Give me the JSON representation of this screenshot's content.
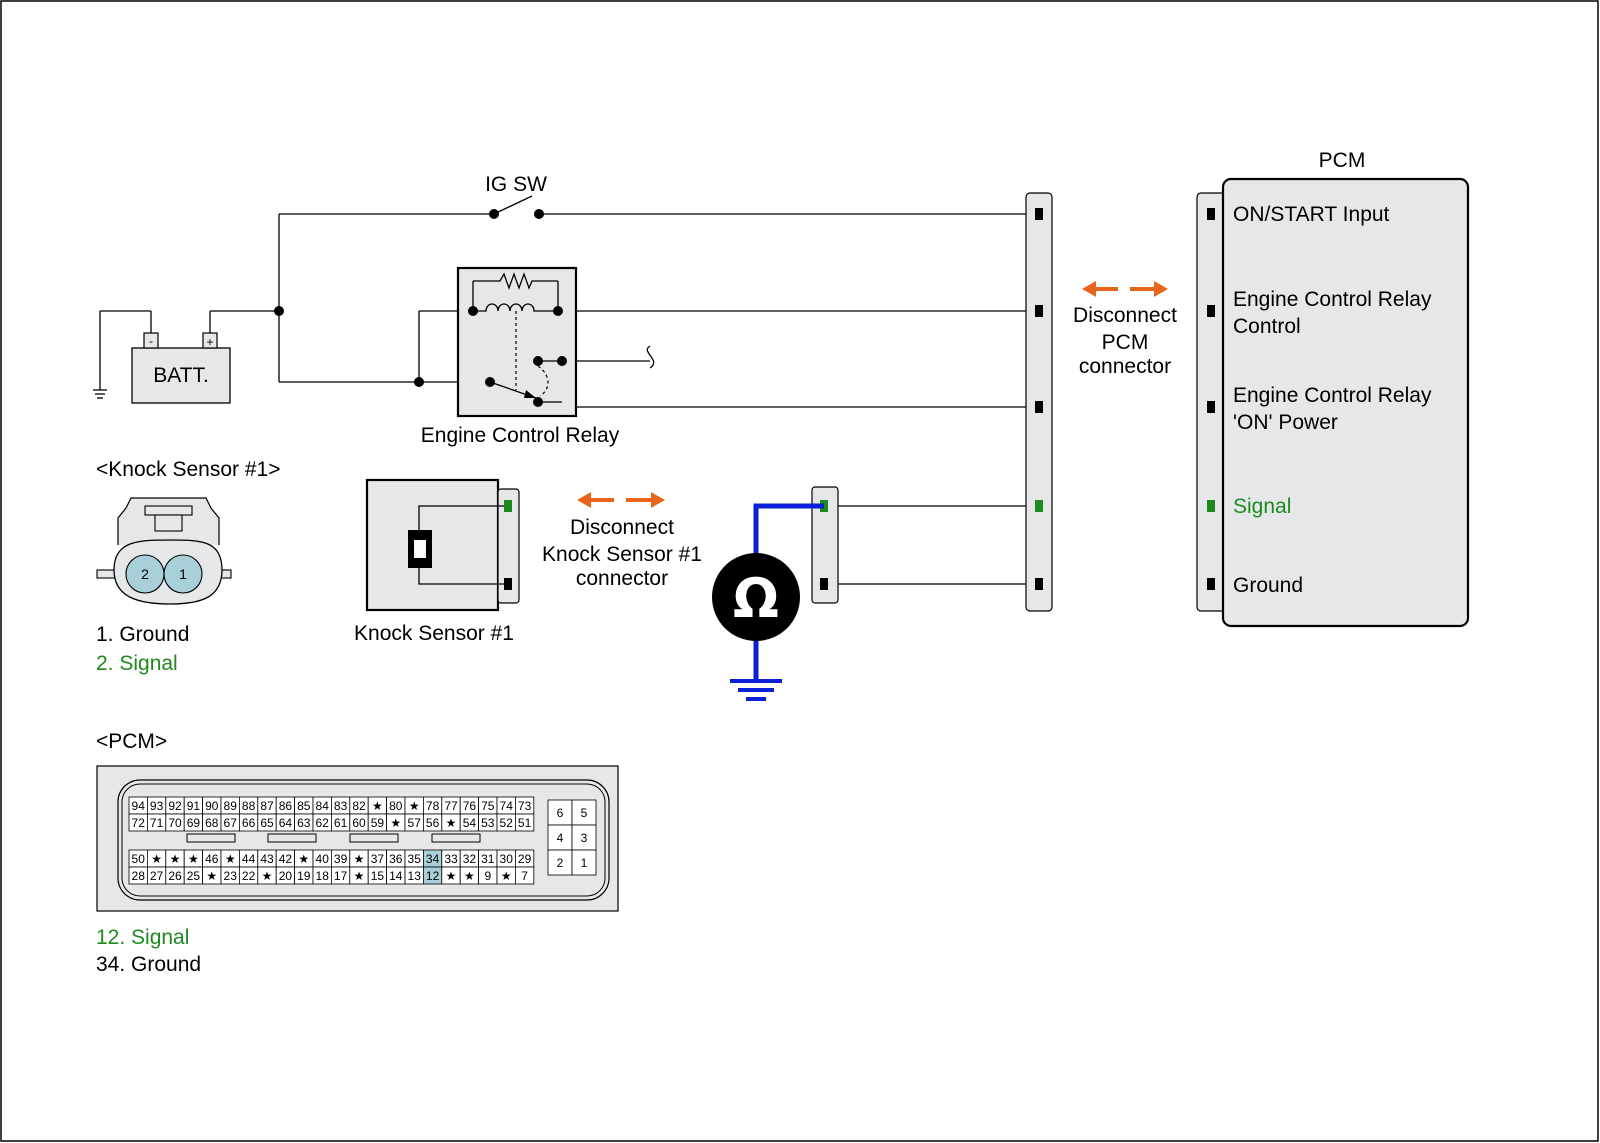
{
  "labels": {
    "ig_sw": "IG SW",
    "batt": "BATT.",
    "batt_minus": "-",
    "batt_plus": "+",
    "relay": "Engine Control Relay",
    "pcm_title": "PCM",
    "pcm_pins": {
      "on_start": "ON/START Input",
      "relay_ctrl_1": "Engine Control Relay",
      "relay_ctrl_2": "Control",
      "relay_on_1": "Engine Control Relay",
      "relay_on_2": "'ON' Power",
      "signal": "Signal",
      "ground": "Ground"
    },
    "disconnect_pcm": [
      "Disconnect",
      "PCM",
      "connector"
    ],
    "disconnect_ks": [
      "Disconnect",
      "Knock Sensor #1",
      "connector"
    ],
    "ks_name": "Knock Sensor #1",
    "ks_header": "<Knock Sensor #1>",
    "ks_legend_1": "1. Ground",
    "ks_legend_2": "2. Signal",
    "ks_pin_2": "2",
    "ks_pin_1": "1",
    "pcm_header": "<PCM>",
    "pcm_legend_12": "12. Signal",
    "pcm_legend_34": "34. Ground",
    "ohm": "Ω"
  },
  "pcm_connector": {
    "row1": [
      "94",
      "93",
      "92",
      "91",
      "90",
      "89",
      "88",
      "87",
      "86",
      "85",
      "84",
      "83",
      "82",
      "★",
      "80",
      "★",
      "78",
      "77",
      "76",
      "75",
      "74",
      "73"
    ],
    "row2": [
      "72",
      "71",
      "70",
      "69",
      "68",
      "67",
      "66",
      "65",
      "64",
      "63",
      "62",
      "61",
      "60",
      "59",
      "★",
      "57",
      "56",
      "★",
      "54",
      "53",
      "52",
      "51"
    ],
    "row3": [
      "50",
      "★",
      "★",
      "★",
      "46",
      "★",
      "44",
      "43",
      "42",
      "★",
      "40",
      "39",
      "★",
      "37",
      "36",
      "35",
      "34",
      "33",
      "32",
      "31",
      "30",
      "29"
    ],
    "row4": [
      "28",
      "27",
      "26",
      "25",
      "★",
      "23",
      "22",
      "★",
      "20",
      "19",
      "18",
      "17",
      "★",
      "15",
      "14",
      "13",
      "12",
      "★",
      "★",
      "9",
      "★",
      "7"
    ],
    "small": [
      [
        "6",
        "5"
      ],
      [
        "4",
        "3"
      ],
      [
        "2",
        "1"
      ]
    ],
    "highlighted": [
      "34",
      "12"
    ]
  },
  "colors": {
    "signal_green": "#1e8a1e",
    "meter_wire_blue": "#0a1fd6",
    "disconnect_arrow_orange": "#e8651c",
    "pin_highlight": "#a9cfd9",
    "connector_fill": "#e6e7e8"
  }
}
